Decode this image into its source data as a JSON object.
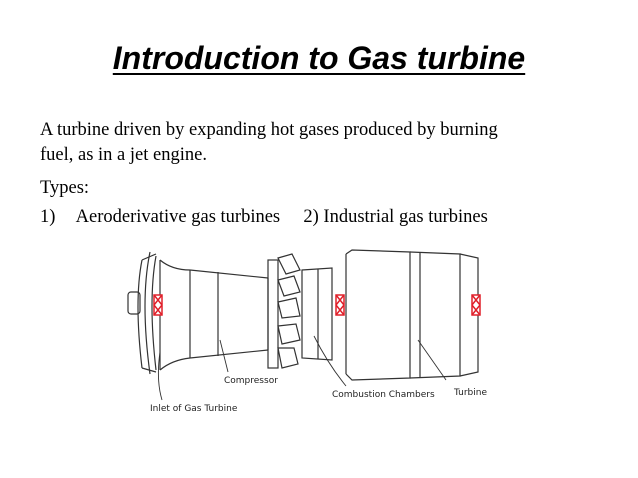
{
  "slide": {
    "title": "Introduction to Gas turbine",
    "body": {
      "line1": "A turbine driven by expanding hot gases produced by burning",
      "line2": "fuel, as in a jet engine.",
      "types_label": "Types:",
      "types": [
        {
          "number": "1)",
          "label": "Aeroderivative gas turbines"
        },
        {
          "number": "2)",
          "label": "Industrial gas turbines"
        }
      ]
    },
    "diagram": {
      "labels": {
        "compressor": "Compressor",
        "inlet": "Inlet of Gas Turbine",
        "combustion": "Combustion Chambers",
        "turbine": "Turbine"
      },
      "colors": {
        "bearing": "#e0202a",
        "line": "#333333"
      }
    }
  }
}
